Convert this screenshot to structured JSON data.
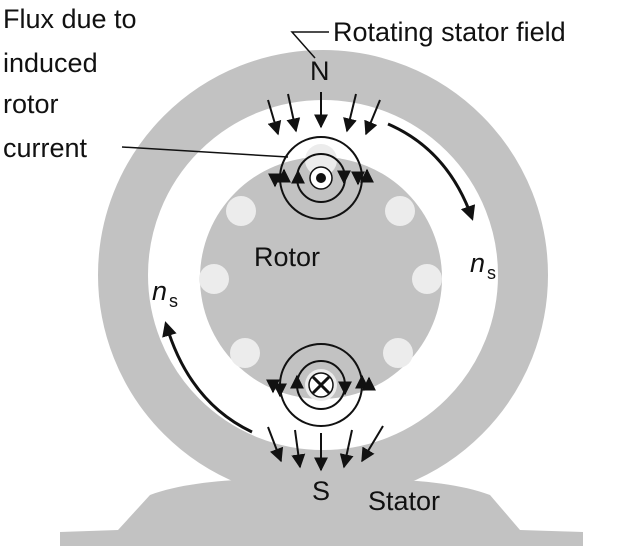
{
  "labels": {
    "flux_line1": "Flux due to",
    "flux_line2": "induced",
    "flux_line3": "rotor",
    "flux_line4": "current",
    "rotating_field": "Rotating stator field",
    "north": "N",
    "south": "S",
    "rotor": "Rotor",
    "stator": "Stator",
    "speed_symbol": "n",
    "speed_subscript": "s"
  },
  "colors": {
    "stator_gray": "#c2c2c2",
    "rotor_gray": "#c2c2c2",
    "slot_white": "#ececec",
    "ink": "#111111",
    "background": "#ffffff"
  },
  "current_symbols": {
    "top_conductor": "dot (current out of page)",
    "bottom_conductor": "cross (current into page)"
  }
}
